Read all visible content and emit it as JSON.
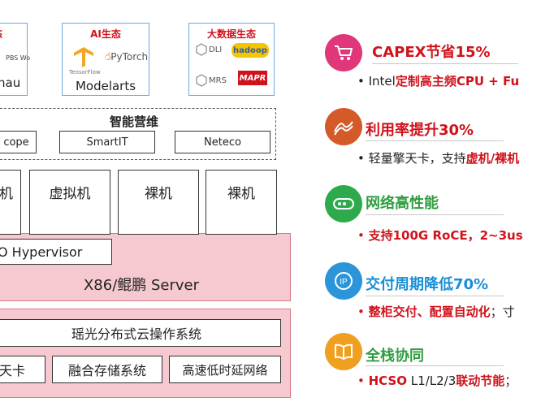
{
  "ecosystems": {
    "left": {
      "partial_title": "态",
      "logo1": "PBS Works",
      "partial_name": "nau"
    },
    "ai": {
      "title": "AI生态",
      "logo_tensorflow": "TensorFlow",
      "logo_pytorch": "PyTorch",
      "name": "Modelarts"
    },
    "bigdata": {
      "title": "大数据生态",
      "logo_dli": "DLI",
      "logo_hadoop": "hadoop",
      "logo_mrs": "MRS",
      "logo_mapr": "MAPR"
    }
  },
  "ops": {
    "title": "智能营维",
    "items": [
      "cope",
      "SmartIT",
      "Neteco"
    ]
  },
  "compute": {
    "boxes": [
      "机",
      "虚拟机",
      "裸机",
      "裸机"
    ],
    "hypervisor": "O Hypervisor",
    "server": "X86/鲲鹏 Server"
  },
  "os": {
    "title": "瑶光分布式云操作系统",
    "items": [
      "天卡",
      "融合存储系统",
      "高速低时延网络"
    ]
  },
  "benefits": [
    {
      "title": "CAPEX节省15%",
      "pre": "• Intel",
      "highlight": "定制高主频CPU + Fu",
      "post": "",
      "color": "#d0121b",
      "icon": "cart-icon"
    },
    {
      "title": "利用率提升30%",
      "pre": "• 轻量擎天卡，支持",
      "highlight": "虚机/裸机",
      "post": "",
      "color": "#d0121b",
      "icon": "chart-waves-icon"
    },
    {
      "title": "网络高性能",
      "pre": "• ",
      "highlight": "支持100G RoCE，2~3us",
      "post": "",
      "color": "#2e9e3e",
      "icon": "network-card-icon"
    },
    {
      "title": "交付周期降低70%",
      "pre": "• ",
      "highlight": "整柜交付、配置自动化",
      "post": "；寸",
      "color": "#1a8fd8",
      "icon": "ip-pin-icon"
    },
    {
      "title": "全栈协同",
      "pre": "• ",
      "highlight": "HCSO",
      "post": "",
      "extra_plain": " L1/L2/3",
      "extra_highlight": "联动节能",
      "extra_post": "；",
      "color": "#2e9e3e",
      "icon": "book-icon"
    }
  ],
  "colors": {
    "accent_red": "#d0121b",
    "pink_layer": "#f6c9d0",
    "icon_pink": "#e0367a",
    "icon_orange_red": "#d45a2a",
    "icon_green": "#2eaa4c",
    "icon_blue": "#2c95d9",
    "icon_orange": "#f0a020"
  }
}
